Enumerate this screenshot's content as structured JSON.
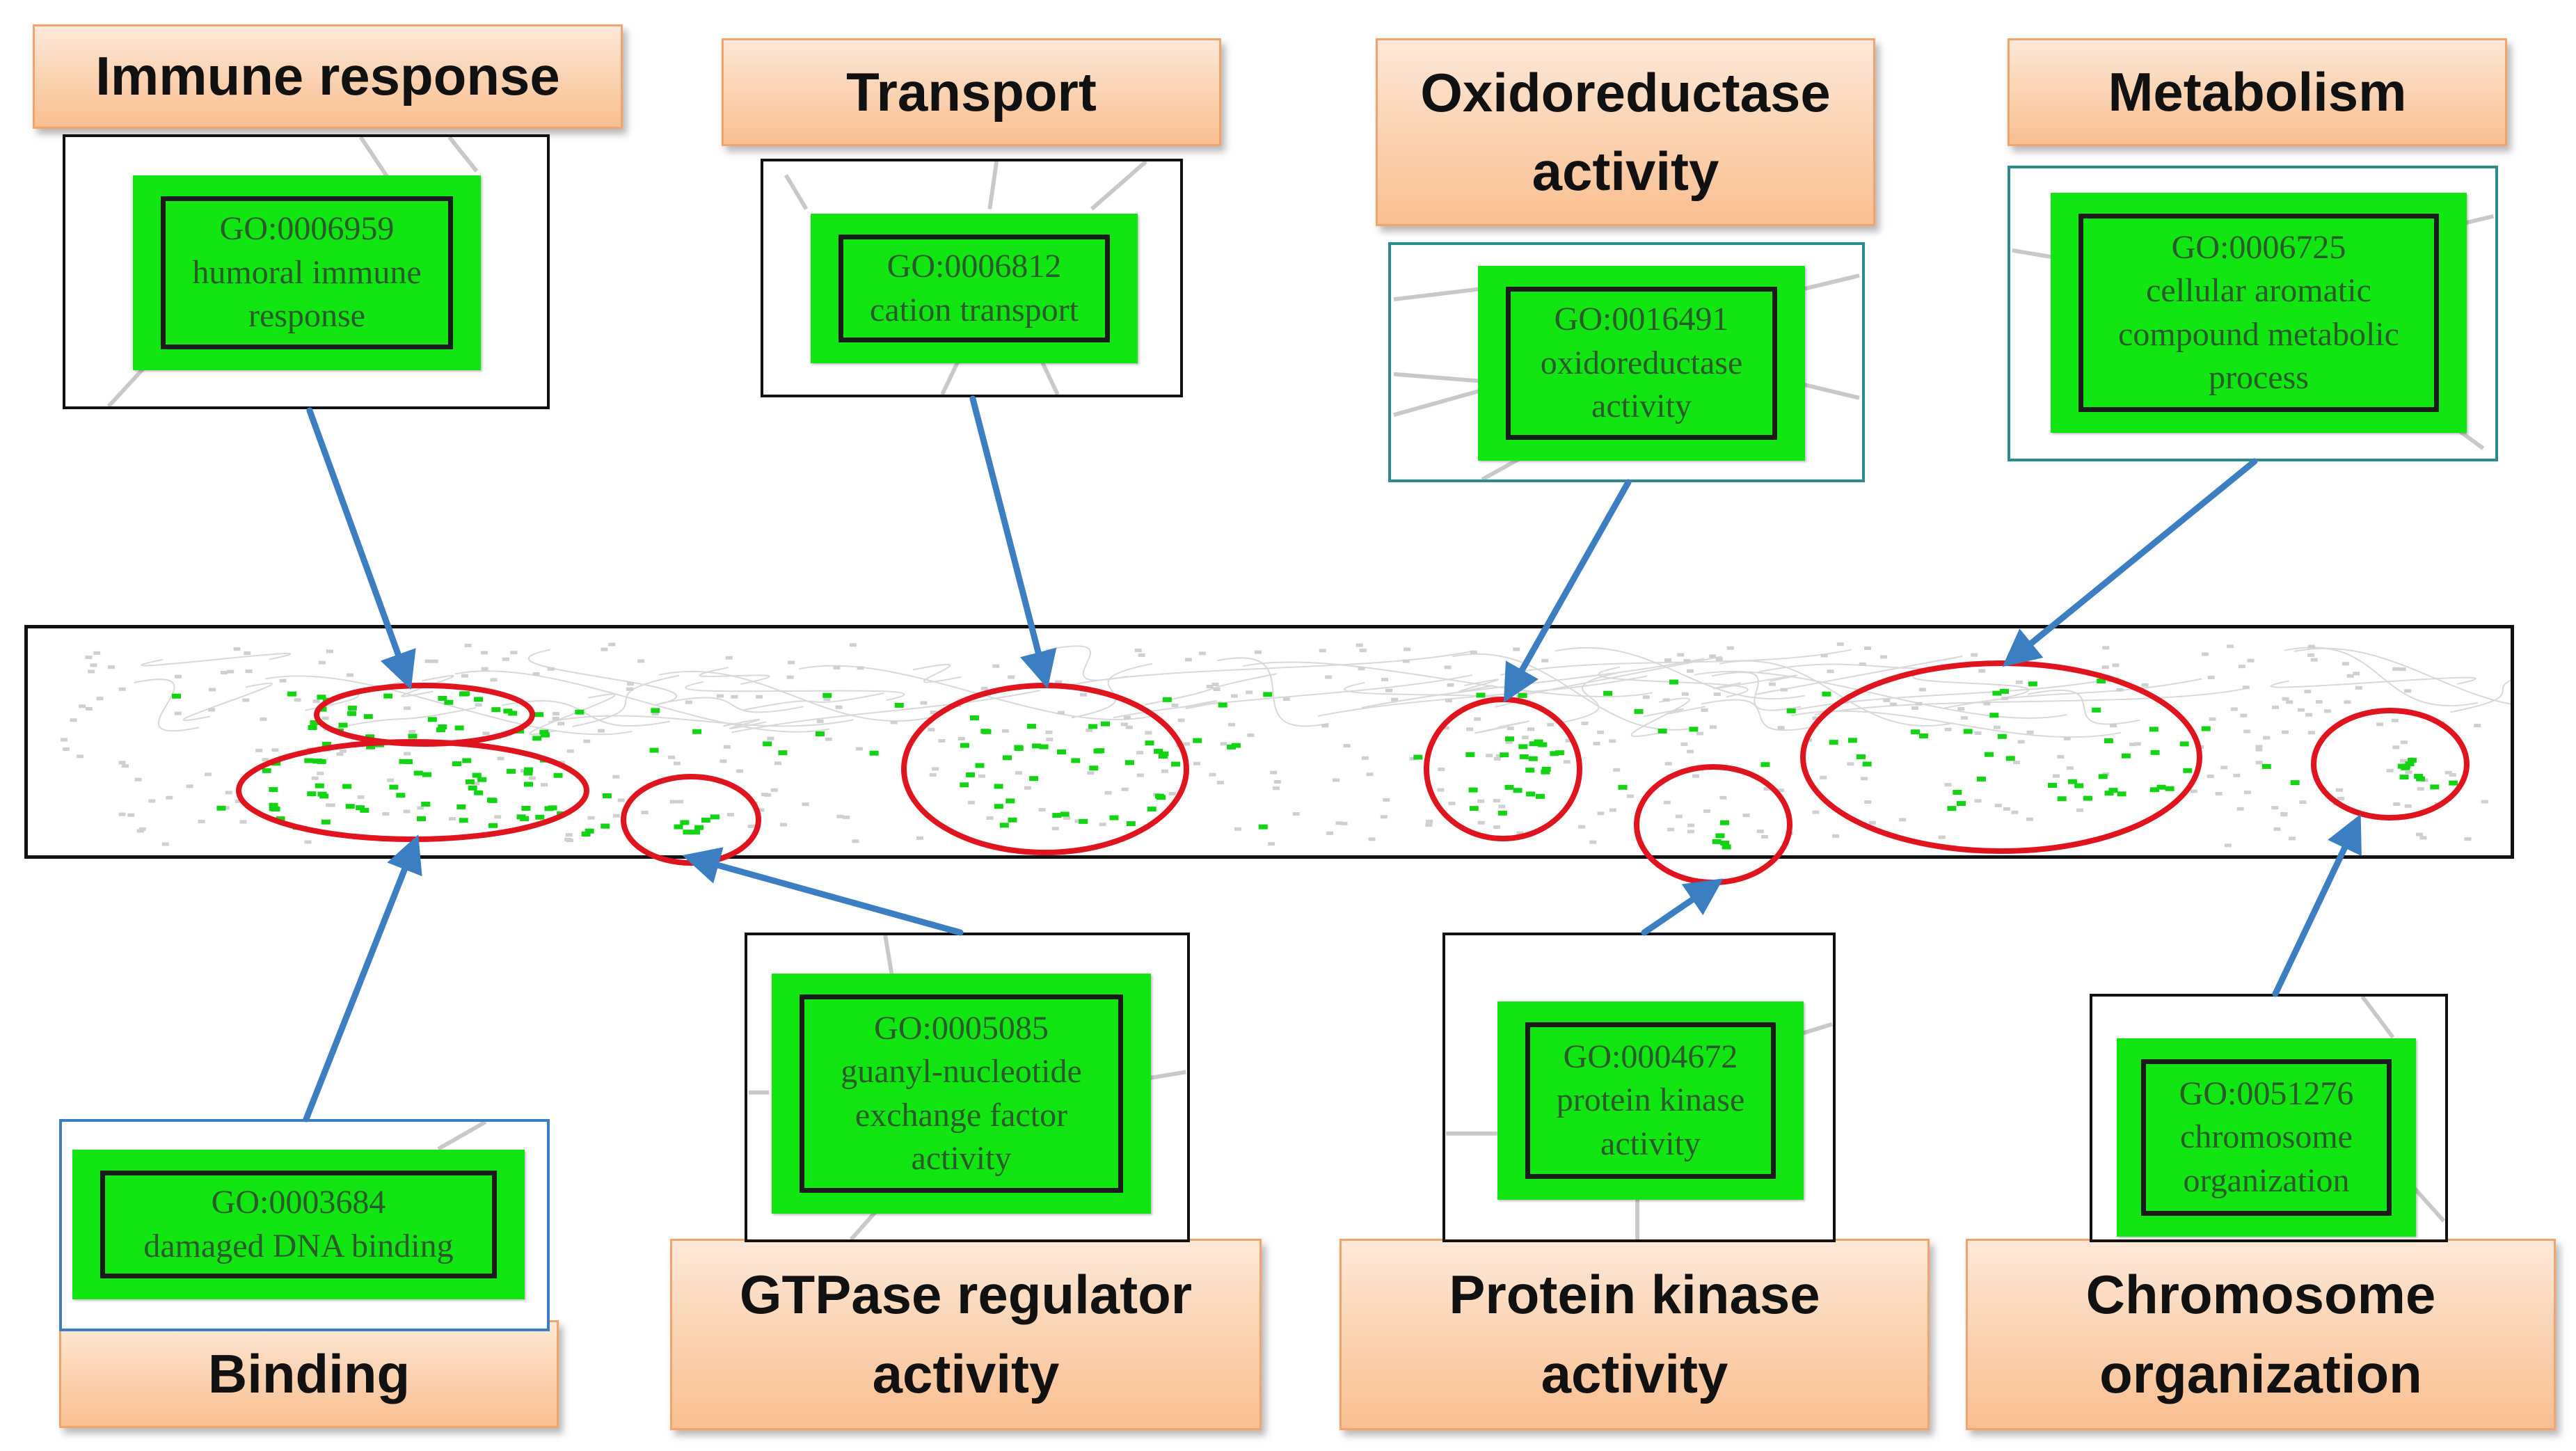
{
  "categories": {
    "immune": "Immune response",
    "transport": "Transport",
    "oxidoreductase": "Oxidoreductase\nactivity",
    "metabolism": "Metabolism",
    "binding": "Binding",
    "gtpase": "GTPase regulator\nactivity",
    "kinase": "Protein kinase\nactivity",
    "chromosome": "Chromosome\norganization"
  },
  "go_terms": {
    "immune": [
      "GO:0006959",
      "humoral immune",
      "response"
    ],
    "transport": [
      "GO:0006812",
      "cation transport"
    ],
    "oxidoreductase": [
      "GO:0016491",
      "oxidoreductase",
      "activity"
    ],
    "metabolism": [
      "GO:0006725",
      "cellular aromatic",
      "compound metabolic",
      "process"
    ],
    "binding": [
      "GO:0003684",
      "damaged DNA binding"
    ],
    "gtpase": [
      "GO:0005085",
      "guanyl-nucleotide",
      "exchange factor",
      "activity"
    ],
    "kinase": [
      "GO:0004672",
      "protein kinase",
      "activity"
    ],
    "chromosome": [
      "GO:0051276",
      "chromosome",
      "organization"
    ]
  },
  "colors": {
    "node_green": "#12e612",
    "arrow_blue": "#3b7fc2",
    "highlight_red": "#e0141e",
    "label_orange": "#fbd5b5"
  }
}
